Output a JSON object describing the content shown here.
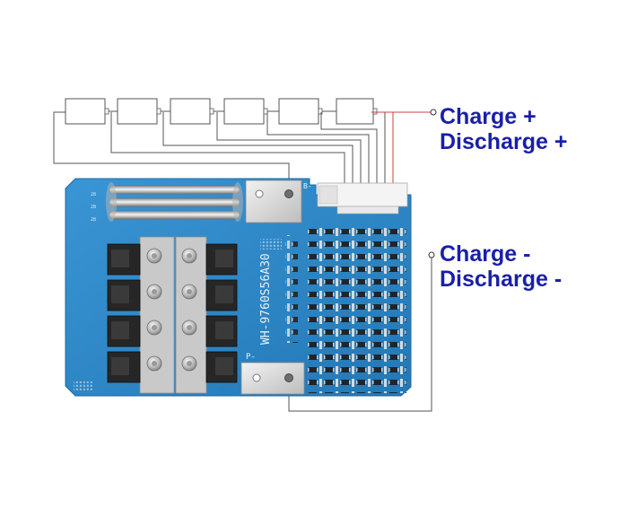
{
  "labels": {
    "charge_plus": "Charge +",
    "discharge_plus": "Discharge +",
    "charge_minus": "Charge -",
    "discharge_minus": "Discharge -"
  },
  "board": {
    "model_code": "WH-9760S56A30",
    "pad_b_label": "B-",
    "pad_p_label": "P-"
  },
  "cells": {
    "count": 6
  },
  "colors": {
    "pcb": "#2d89c9",
    "wire": "#555555",
    "positive_wire": "#d04040",
    "label_text": "#1a1fa8"
  }
}
